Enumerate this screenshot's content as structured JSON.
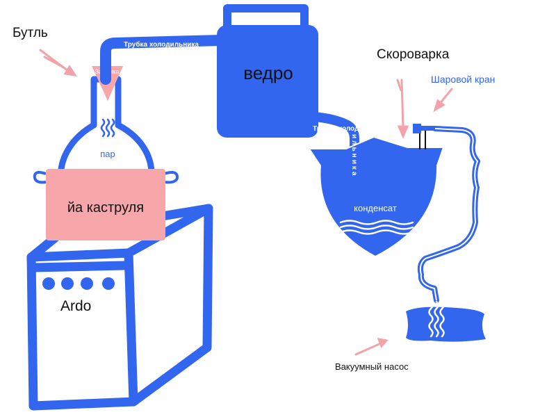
{
  "colors": {
    "blue": "#3366ee",
    "pink": "#f7a6aa",
    "pink_arrow": "#f2a3a8",
    "white": "#ffffff",
    "black": "#111111"
  },
  "labels": {
    "bottle": "Бутль",
    "stopper": "Затычка",
    "steam": "пар",
    "pot": "йа каструля",
    "stove": "Ardo",
    "bucket": "ведро",
    "tube_top": "Трубка холодильника",
    "tube_right": "Трубка холод",
    "tube_vertical": "ильника",
    "pressure_cooker": "Скороварка",
    "ball_valve": "Шаровой кран",
    "condensate": "конденсат",
    "vacuum_pump": "Вакуумный насос"
  },
  "icons": [
    "steam-icon",
    "arrow-icon",
    "burner-icon",
    "valve-icon",
    "waves-icon"
  ]
}
